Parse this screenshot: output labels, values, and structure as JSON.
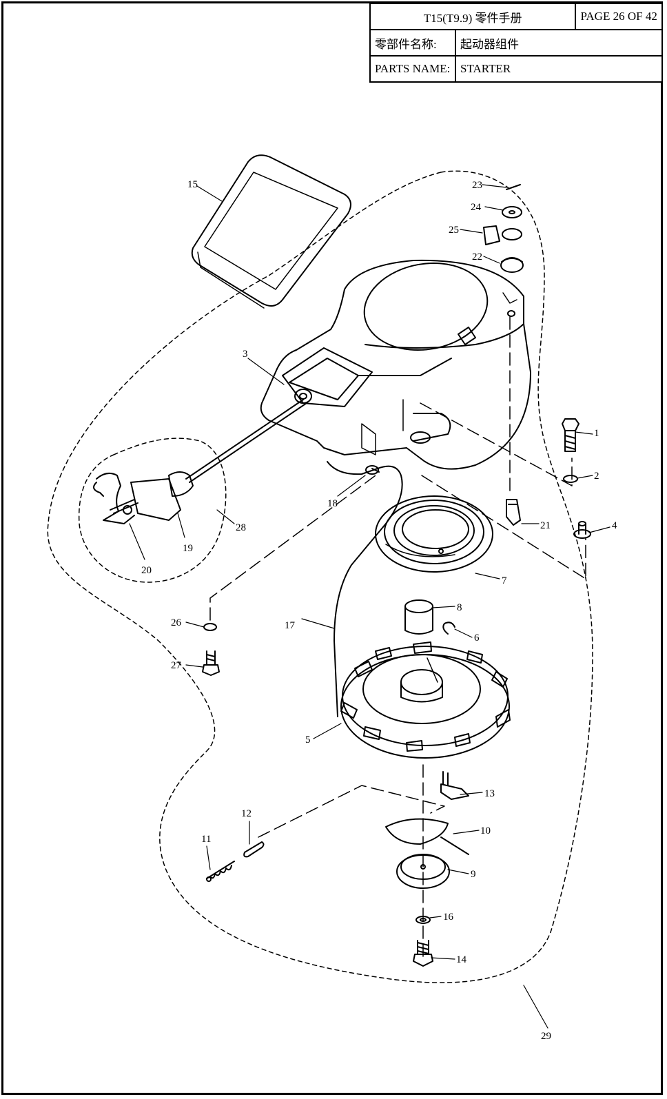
{
  "header": {
    "doc_title": "T15(T9.9) 零件手册",
    "page_label": "PAGE 26 OF 42",
    "cn_name_label": "零部件名称:",
    "cn_name_value": "起动器组件",
    "en_name_label": "PARTS NAME:",
    "en_name_value": "STARTER"
  },
  "diagram": {
    "callouts": [
      "1",
      "2",
      "3",
      "4",
      "5",
      "6",
      "7",
      "8",
      "9",
      "10",
      "11",
      "12",
      "13",
      "14",
      "15",
      "16",
      "17",
      "18",
      "19",
      "20",
      "21",
      "22",
      "23",
      "24",
      "25",
      "26",
      "27",
      "28",
      "29"
    ]
  }
}
